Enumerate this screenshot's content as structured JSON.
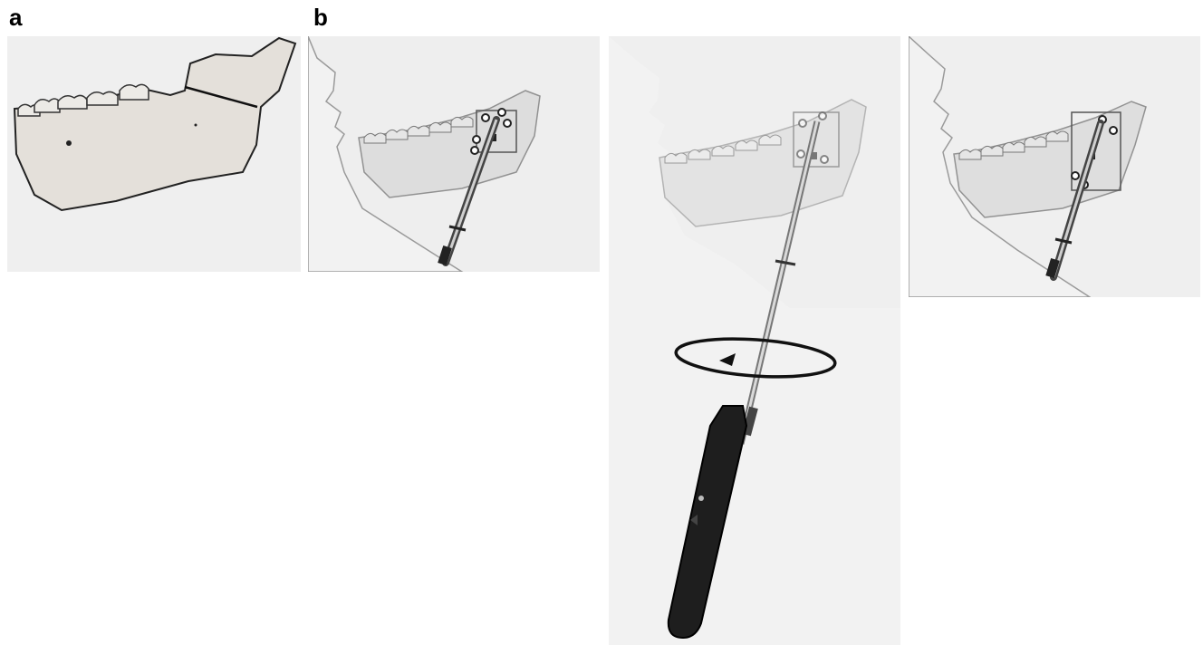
{
  "figure": {
    "panel_labels": {
      "a": "a",
      "b": "b"
    },
    "panels": [
      {
        "id": "a",
        "content": "mandible-illustration"
      },
      {
        "id": "b1",
        "content": "distractor-placed"
      },
      {
        "id": "b2",
        "content": "distractor-activation-with-screwdriver"
      },
      {
        "id": "b3",
        "content": "distractor-extended"
      }
    ],
    "icons": [
      "rotation-arrow-icon",
      "screwdriver-handle-icon"
    ]
  }
}
